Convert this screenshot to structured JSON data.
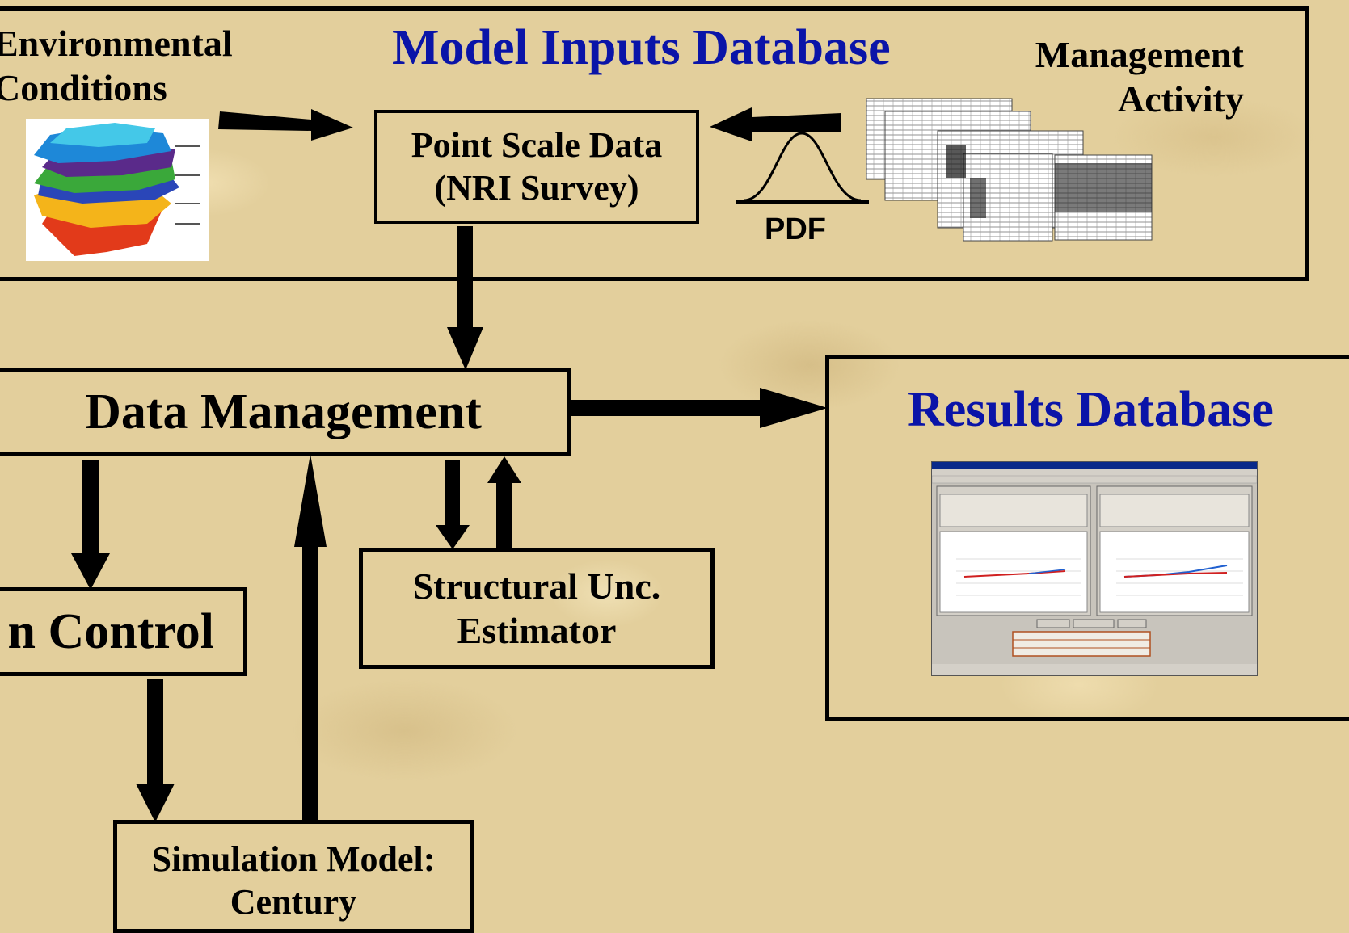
{
  "inputs": {
    "title": "Model Inputs Database",
    "env_label_line1": "Environmental",
    "env_label_line2": "Conditions",
    "mgmt_label_line1": "Management",
    "mgmt_label_line2": "Activity",
    "point_scale_line1": "Point Scale Data",
    "point_scale_line2": "(NRI Survey)",
    "pdf_label": "PDF"
  },
  "data_management": {
    "label": "Data Management"
  },
  "run_control": {
    "label": "n Control"
  },
  "structural": {
    "line1": "Structural Unc.",
    "line2": "Estimator"
  },
  "simulation": {
    "line1": "Simulation Model:",
    "line2": "Century"
  },
  "results": {
    "title": "Results Database"
  },
  "colors": {
    "title_blue": "#0a14a8",
    "background": "#e3cf9c"
  }
}
